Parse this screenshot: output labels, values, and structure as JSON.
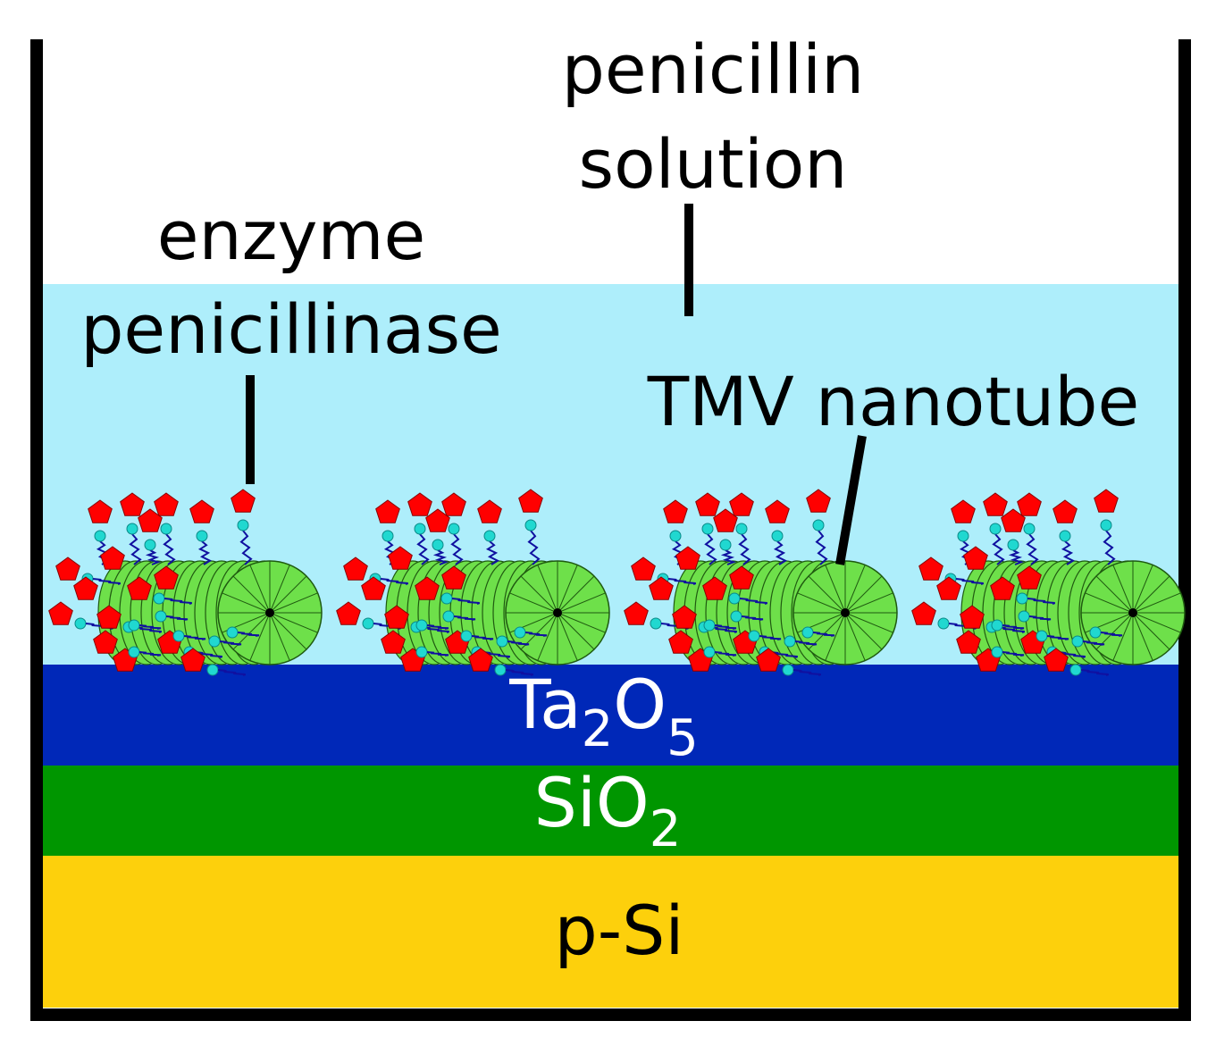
{
  "labels": {
    "solution_line1": "penicillin",
    "solution_line2": "solution",
    "enzyme_line1": "enzyme",
    "enzyme_line2": "penicillinase",
    "tmv": "TMV nanotube"
  },
  "layers": {
    "ta2o5": {
      "main": "Ta",
      "sub1": "2",
      "mid": "O",
      "sub2": "5"
    },
    "sio2": {
      "main": "SiO",
      "sub": "2"
    },
    "psi": "p-Si"
  },
  "colors": {
    "solution": "#aeeefb",
    "ta2o5": "#0028b8",
    "sio2": "#009600",
    "psi": "#fdd00c",
    "tmv_fill": "#6ee04a",
    "enzyme": "#ff0000",
    "linker_bead": "#20d8d0",
    "linker_chain": "#1010a0",
    "outline": "#000000",
    "layer_text": "#ffffff"
  },
  "icons": {
    "enzyme": "red-pentagon",
    "linker": "cyan-bead-with-chain",
    "tmv": "green-segmented-cylinder"
  },
  "nanotube_count": 4
}
